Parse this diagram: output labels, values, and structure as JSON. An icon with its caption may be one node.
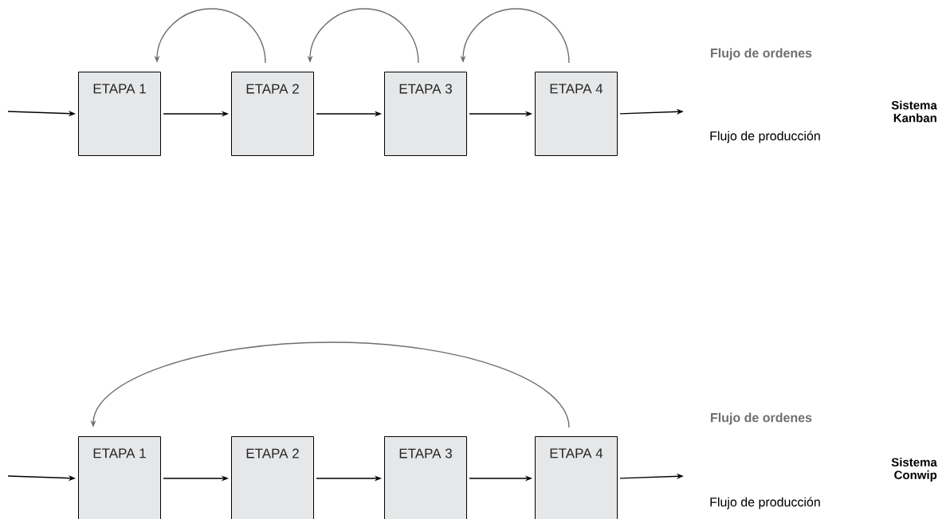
{
  "diagram": {
    "nodes": [
      {
        "text": [
          "ETAPA 1"
        ]
      },
      {
        "text": [
          "ETAPA 2"
        ]
      },
      {
        "text": [
          "ETAPA 3"
        ]
      },
      {
        "text": [
          "ETAPA 4"
        ]
      },
      {
        "text": [
          "ETAPA 1"
        ]
      },
      {
        "text": [
          "ETAPA 2"
        ]
      },
      {
        "text": [
          "ETAPA 3"
        ]
      },
      {
        "text": [
          "ETAPA 4"
        ]
      }
    ],
    "edges": [
      {
        "from": null,
        "to": 0,
        "arrow": "to"
      },
      {
        "from": 0,
        "to": 1,
        "arrow": "to"
      },
      {
        "from": 1,
        "to": 2,
        "arrow": "to"
      },
      {
        "from": 2,
        "to": 3,
        "arrow": "to"
      },
      {
        "from": 3,
        "to": null,
        "arrow": "to"
      },
      {
        "from": 1,
        "to": 0,
        "arrow": "to",
        "color": "#6d6e71"
      },
      {
        "from": 2,
        "to": 1,
        "arrow": "to",
        "color": "#6d6e71"
      },
      {
        "from": 3,
        "to": 2,
        "arrow": "to",
        "color": "#6d6e71"
      },
      {
        "from": null,
        "to": 4,
        "arrow": "to"
      },
      {
        "from": 4,
        "to": 5,
        "arrow": "to"
      },
      {
        "from": 5,
        "to": 6,
        "arrow": "to"
      },
      {
        "from": 6,
        "to": 7,
        "arrow": "to"
      },
      {
        "from": 7,
        "to": null,
        "arrow": "to"
      },
      {
        "from": 7,
        "to": 4,
        "arrow": "to",
        "color": "#6d6e71"
      }
    ],
    "labels": [
      "Flujo de ordenes",
      "Sistema Kanban",
      "Flujo de producción",
      "Flujo de ordenes",
      "Sistema Conwip",
      "Flujo de producción"
    ]
  }
}
